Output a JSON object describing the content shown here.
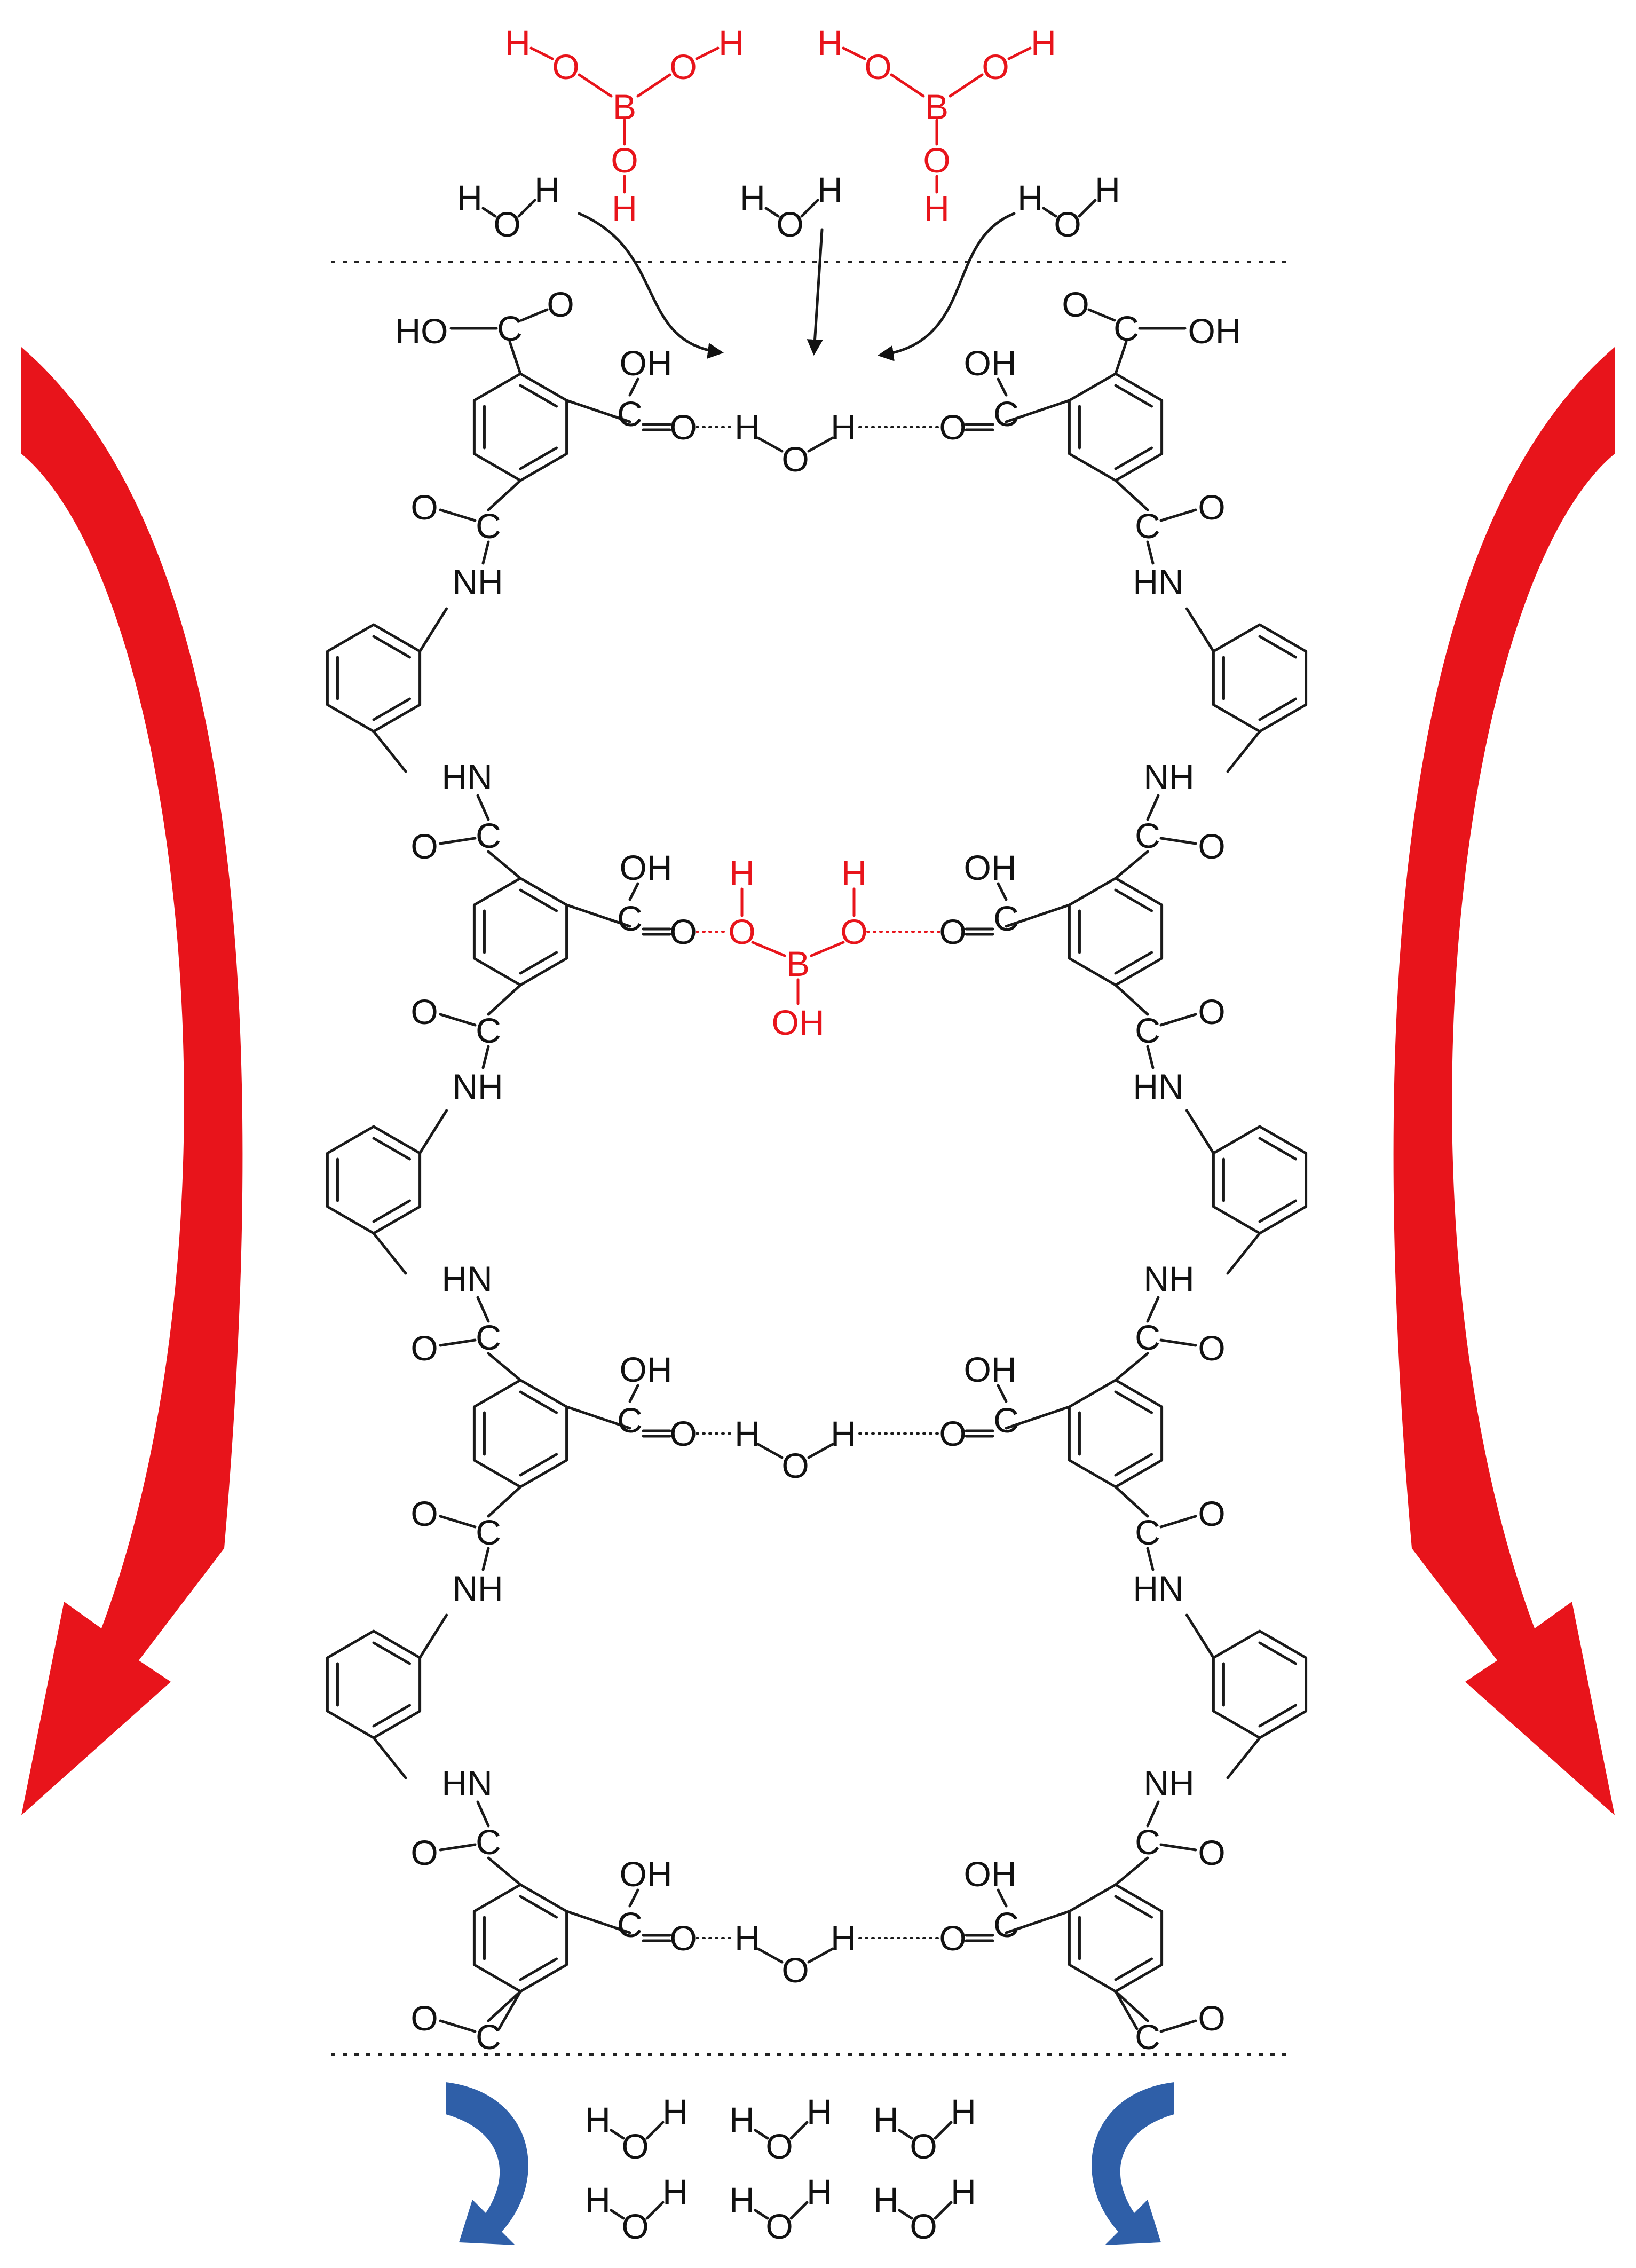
{
  "palette": {
    "black": "#111111",
    "red": "#e8141b",
    "blue": "#2f5fa8"
  },
  "labels": {
    "OH": "OH",
    "HO": "HO",
    "O": "O",
    "H": "H",
    "B": "B",
    "NH": "NH",
    "HN": "HN",
    "C": "C"
  },
  "icons": [
    "flow-arrow-icon",
    "water-molecule-icon",
    "boric-acid-molecule-icon",
    "benzene-ring-icon"
  ]
}
